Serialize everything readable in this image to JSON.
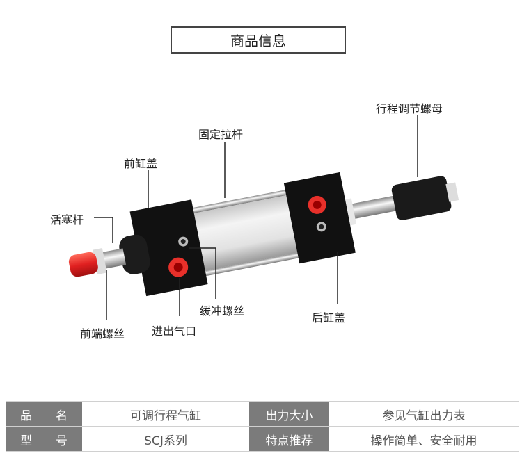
{
  "title": "商品信息",
  "callouts": {
    "stroke_nut": "行程调节螺母",
    "tie_rod": "固定拉杆",
    "front_cap": "前缸盖",
    "piston_rod": "活塞杆",
    "front_screw": "前端螺丝",
    "air_port": "进出气口",
    "cushion_screw": "缓冲螺丝",
    "rear_cap": "后缸盖"
  },
  "specs": [
    {
      "k1": "品　　名",
      "v1": "可调行程气缸",
      "k2": "出力大小",
      "v2": "参见气缸出力表"
    },
    {
      "k1": "型　　号",
      "v1": "SCJ系列",
      "k2": "特点推荐",
      "v2": "操作简单、安全耐用"
    }
  ],
  "colors": {
    "label_bg": "#7b7b7b",
    "port_red": "#e8302a"
  }
}
